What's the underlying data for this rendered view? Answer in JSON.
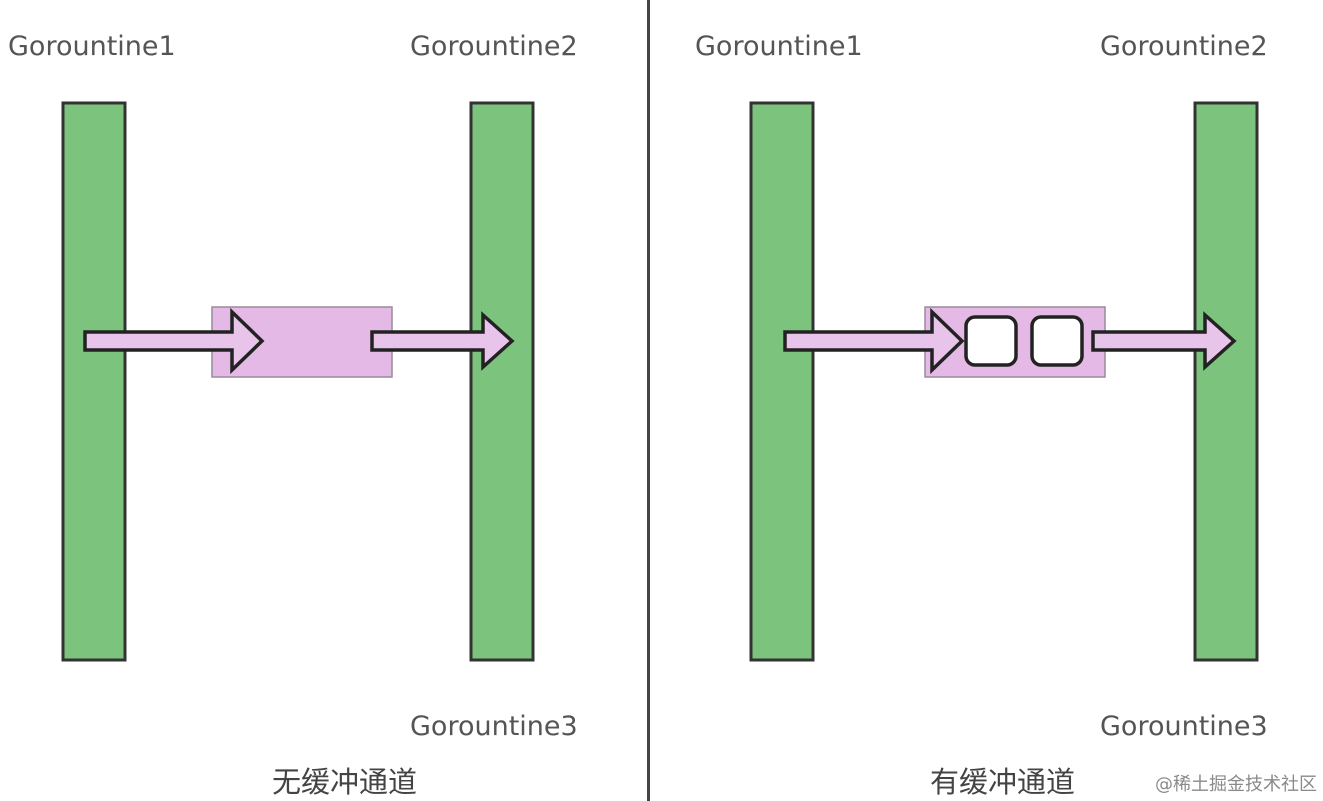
{
  "left_panel": {
    "labels": {
      "g1": "Gorountine1",
      "g2": "Gorountine2",
      "g3": "Gorountine3"
    },
    "caption": "无缓冲通道"
  },
  "right_panel": {
    "labels": {
      "g1": "Gorountine1",
      "g2": "Gorountine2",
      "g3": "Gorountine3"
    },
    "caption": "有缓冲通道",
    "buffer_slots": 2
  },
  "watermark": "@稀土掘金技术社区",
  "colors": {
    "goroutine_bar": "#7cc47e",
    "bar_stroke": "#333333",
    "channel_fill": "#e4b9e6",
    "arrow_fill": "#e8c3ea",
    "arrow_stroke": "#222222",
    "divider": "#444444"
  }
}
